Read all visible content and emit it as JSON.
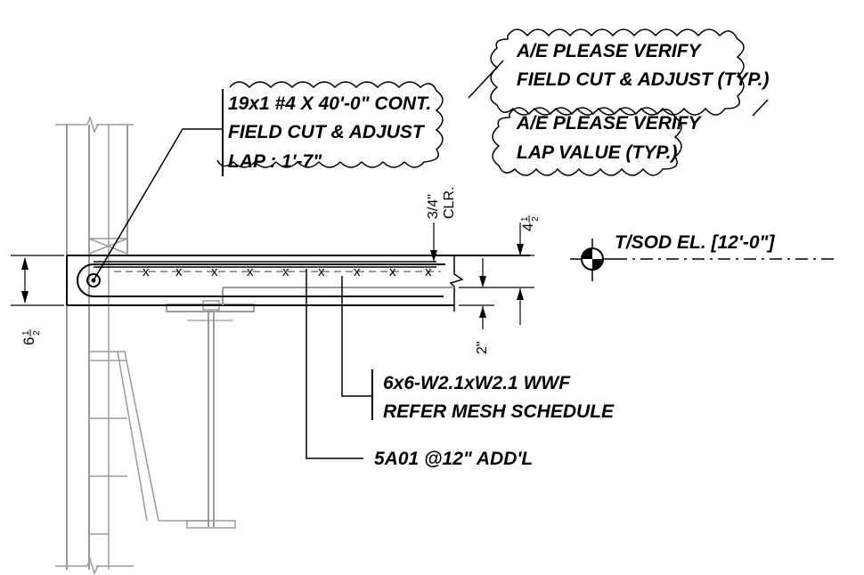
{
  "callouts": {
    "ae_verify_1": [
      "A/E PLEASE VERIFY",
      "FIELD CUT & ADJUST (TYP.)"
    ],
    "ae_verify_2": [
      "A/E PLEASE VERIFY",
      "LAP VALUE (TYP.)"
    ]
  },
  "notes": {
    "rebar": [
      "19x1 #4 X 40'-0\"  CONT.",
      "FIELD CUT & ADJUST",
      "LAP : 1'-7\""
    ],
    "mesh": [
      "6x6-W2.1xW2.1 WWF",
      "REFER MESH SCHEDULE"
    ],
    "addl": "5A01 @12\" ADD'L",
    "elevation": "T/SOD EL. [12'-0\"]"
  },
  "dimensions": {
    "cover": "3/4\"",
    "clr": "CLR.",
    "deck_depth_whole": "4",
    "deck_depth_frac_num": "1",
    "deck_depth_frac_den": "2",
    "slab_depth_whole": "6",
    "slab_depth_frac_num": "1",
    "slab_depth_frac_den": "2",
    "rib": "2\""
  },
  "mesh_marker": "x"
}
